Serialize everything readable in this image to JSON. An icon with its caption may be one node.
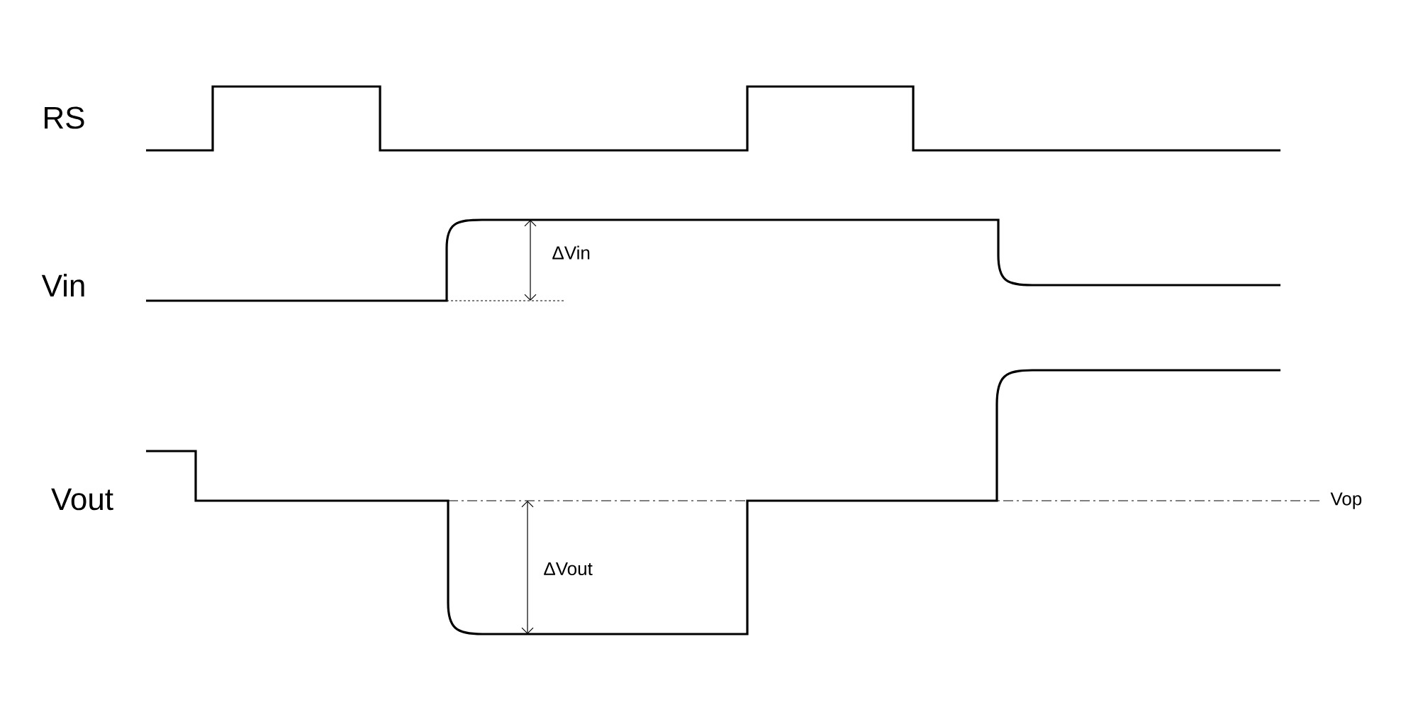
{
  "diagram": {
    "labels": [
      "RS",
      "Vin",
      "ΔVin",
      "Vout",
      "ΔVout",
      "Vop"
    ]
  }
}
